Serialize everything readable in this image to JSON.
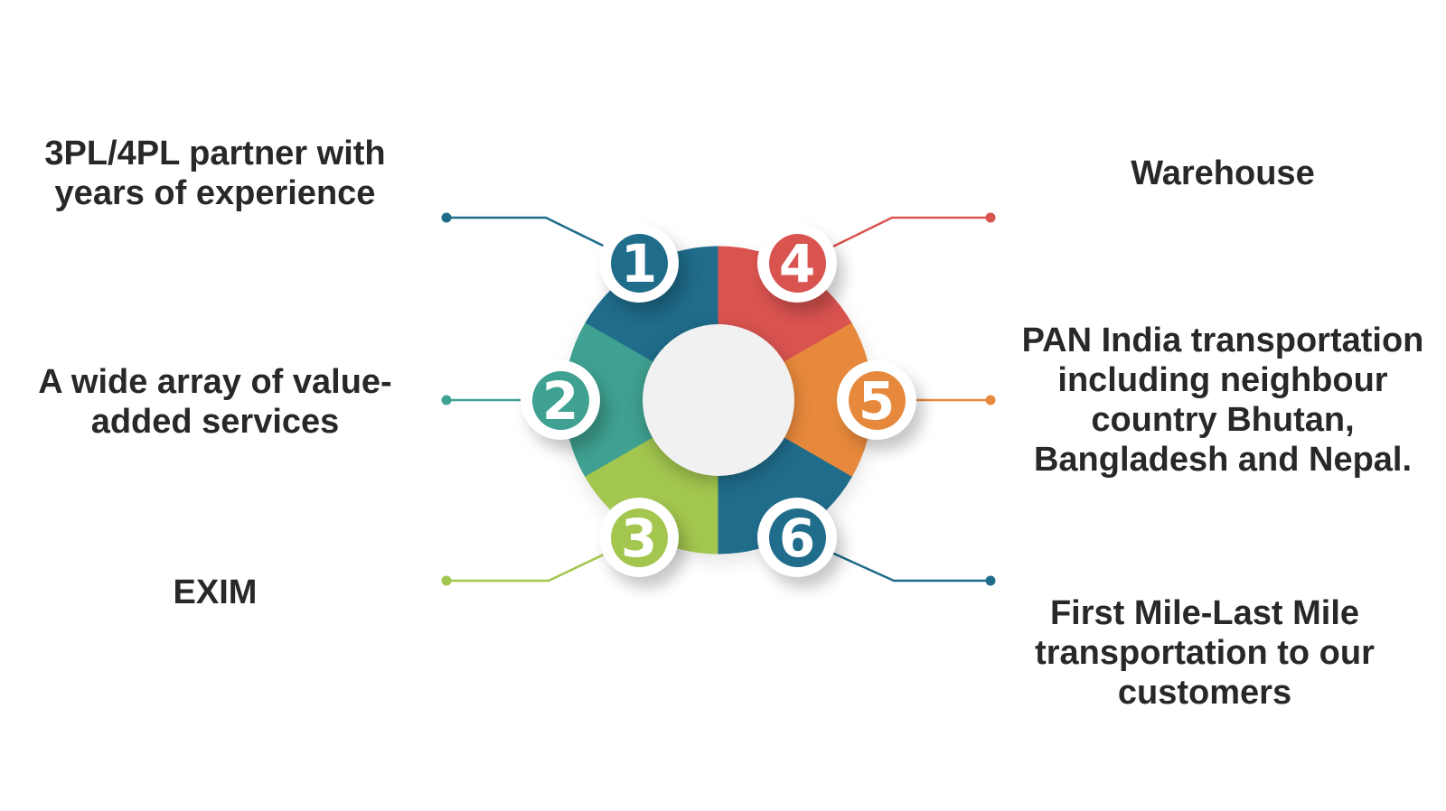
{
  "page": {
    "background_color": "#ffffff",
    "text_color": "#282828"
  },
  "diagram": {
    "type": "circular-six-step-infographic",
    "center_hole_color": "#f1f1f2",
    "items": [
      {
        "number": "1",
        "label": "3PL/4PL partner with\nyears of experience",
        "color": "#1f6c8b",
        "position": "top-left"
      },
      {
        "number": "2",
        "label": "A wide array of value-\nadded services",
        "color": "#3fa191",
        "position": "middle-left"
      },
      {
        "number": "3",
        "label": "EXIM",
        "color": "#a3c64f",
        "position": "bottom-left"
      },
      {
        "number": "4",
        "label": "Warehouse",
        "color": "#d9534f",
        "position": "top-right"
      },
      {
        "number": "5",
        "label": "PAN India transportation\nincluding neighbour\ncountry Bhutan,\nBangladesh and Nepal.",
        "color": "#e7893c",
        "position": "middle-right"
      },
      {
        "number": "6",
        "label": "First Mile-Last Mile\ntransportation to our\ncustomers",
        "color": "#1f6c8b",
        "position": "bottom-right"
      }
    ]
  }
}
